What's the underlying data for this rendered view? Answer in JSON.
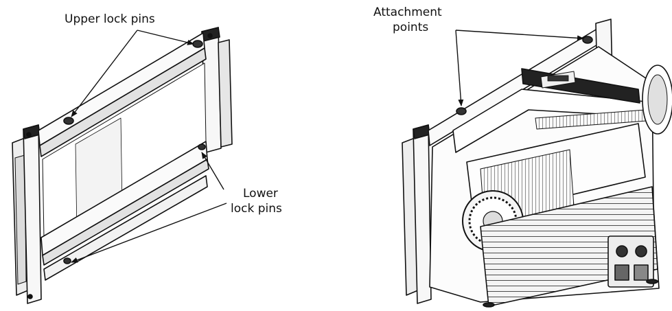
{
  "figure": {
    "left_panel": {
      "upper_callout": "Upper lock pins",
      "lower_callout_line1": "Lower",
      "lower_callout_line2": "lock pins"
    },
    "right_panel": {
      "attach_callout_line1": "Attachment",
      "attach_callout_line2": "points"
    }
  },
  "colors": {
    "line": "#111111",
    "fill_light": "#f2f2f2",
    "fill_mid": "#d9d9d9",
    "fill_dark": "#555555"
  }
}
